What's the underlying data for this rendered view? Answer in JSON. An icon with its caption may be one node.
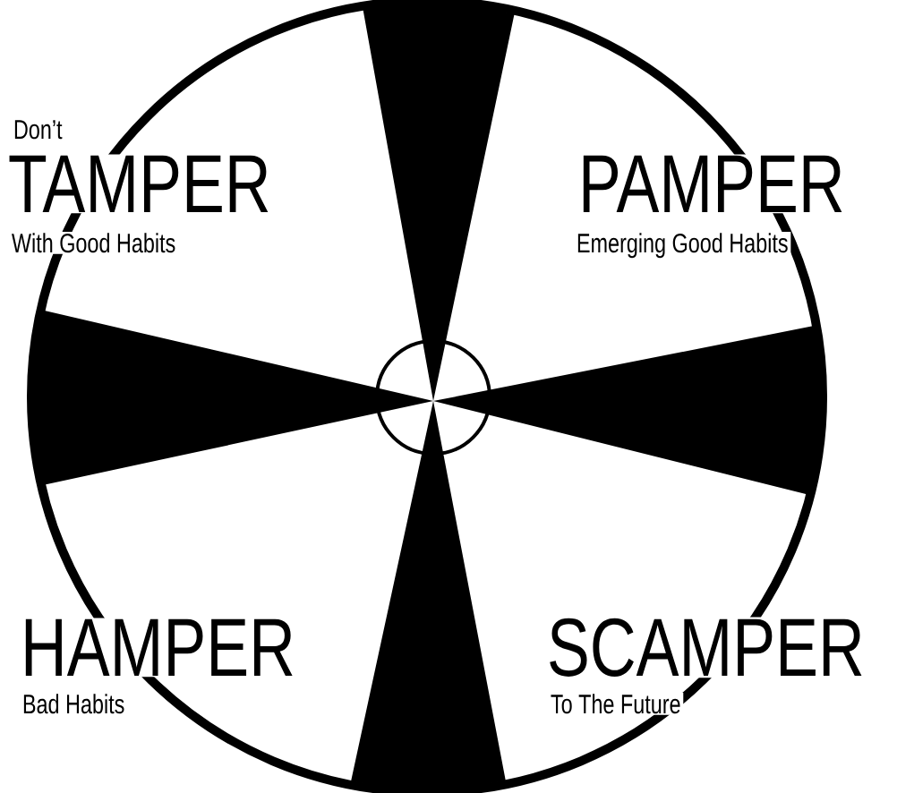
{
  "diagram": {
    "labels": [
      "Don’t",
      "TAMPER",
      "With Good Habits",
      "PAMPER",
      "Emerging Good Habits",
      "HAMPER",
      "Bad Habits",
      "SCAMPER",
      "To The Future"
    ]
  }
}
